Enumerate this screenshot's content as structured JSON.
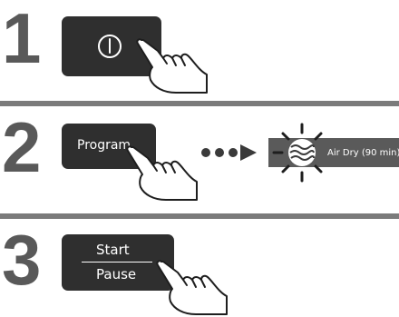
{
  "steps": [
    {
      "number": "1",
      "button": "power-button"
    },
    {
      "number": "2",
      "button_label": "Program",
      "display_text": "Air Dry (90 min)"
    },
    {
      "number": "3",
      "button_label_top": "Start",
      "button_label_bottom": "Pause"
    }
  ],
  "icons": {
    "power": "power-icon",
    "hand": "pointing-hand-icon",
    "arrow": "dotted-arrow-icon",
    "air_dry": "air-dry-blinking-icon"
  },
  "colors": {
    "number": "#595959",
    "divider": "#7b7b7b",
    "button": "#2f2f2f",
    "display": "#5a5a5a"
  }
}
